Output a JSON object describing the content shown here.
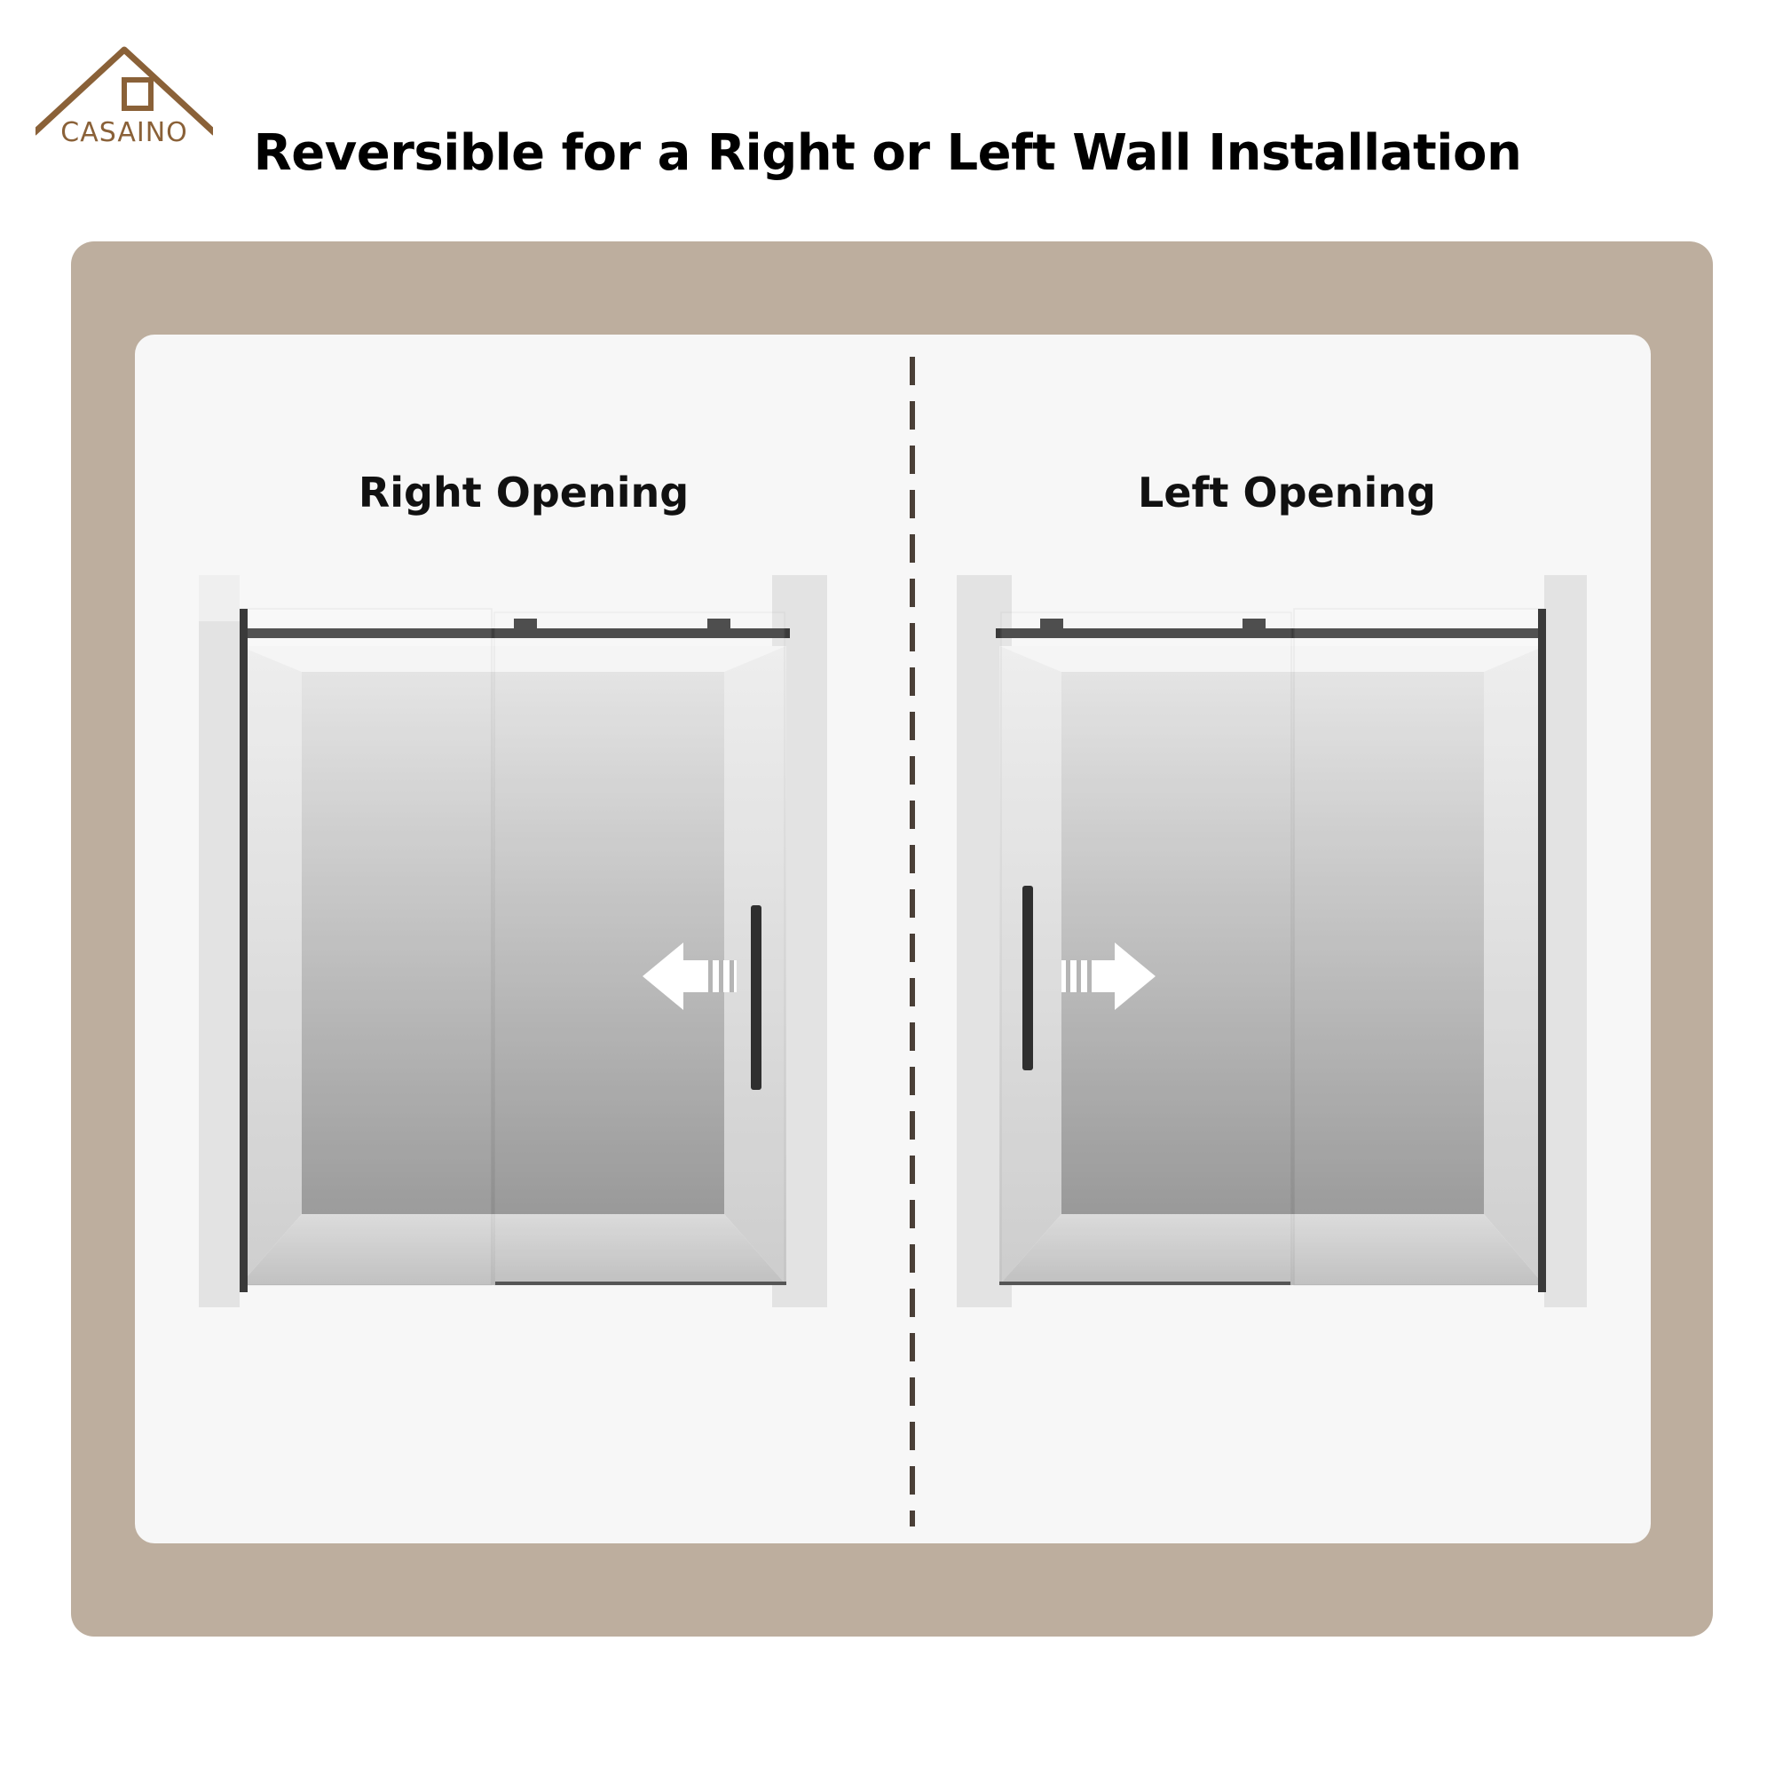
{
  "logo": {
    "brand": "CASAINO",
    "icon": "house-icon",
    "color": "#8a6138"
  },
  "page_title": "Reversible for a Right or Left Wall Installation",
  "panels": [
    {
      "label": "Right Opening",
      "arrow": "arrow-left-icon"
    },
    {
      "label": "Left Opening",
      "arrow": "arrow-right-icon"
    }
  ],
  "colors": {
    "frame": "#bdae9e",
    "panel": "#f7f7f7",
    "divider": "#4a3f37",
    "hardware": "#3a3a3a"
  }
}
